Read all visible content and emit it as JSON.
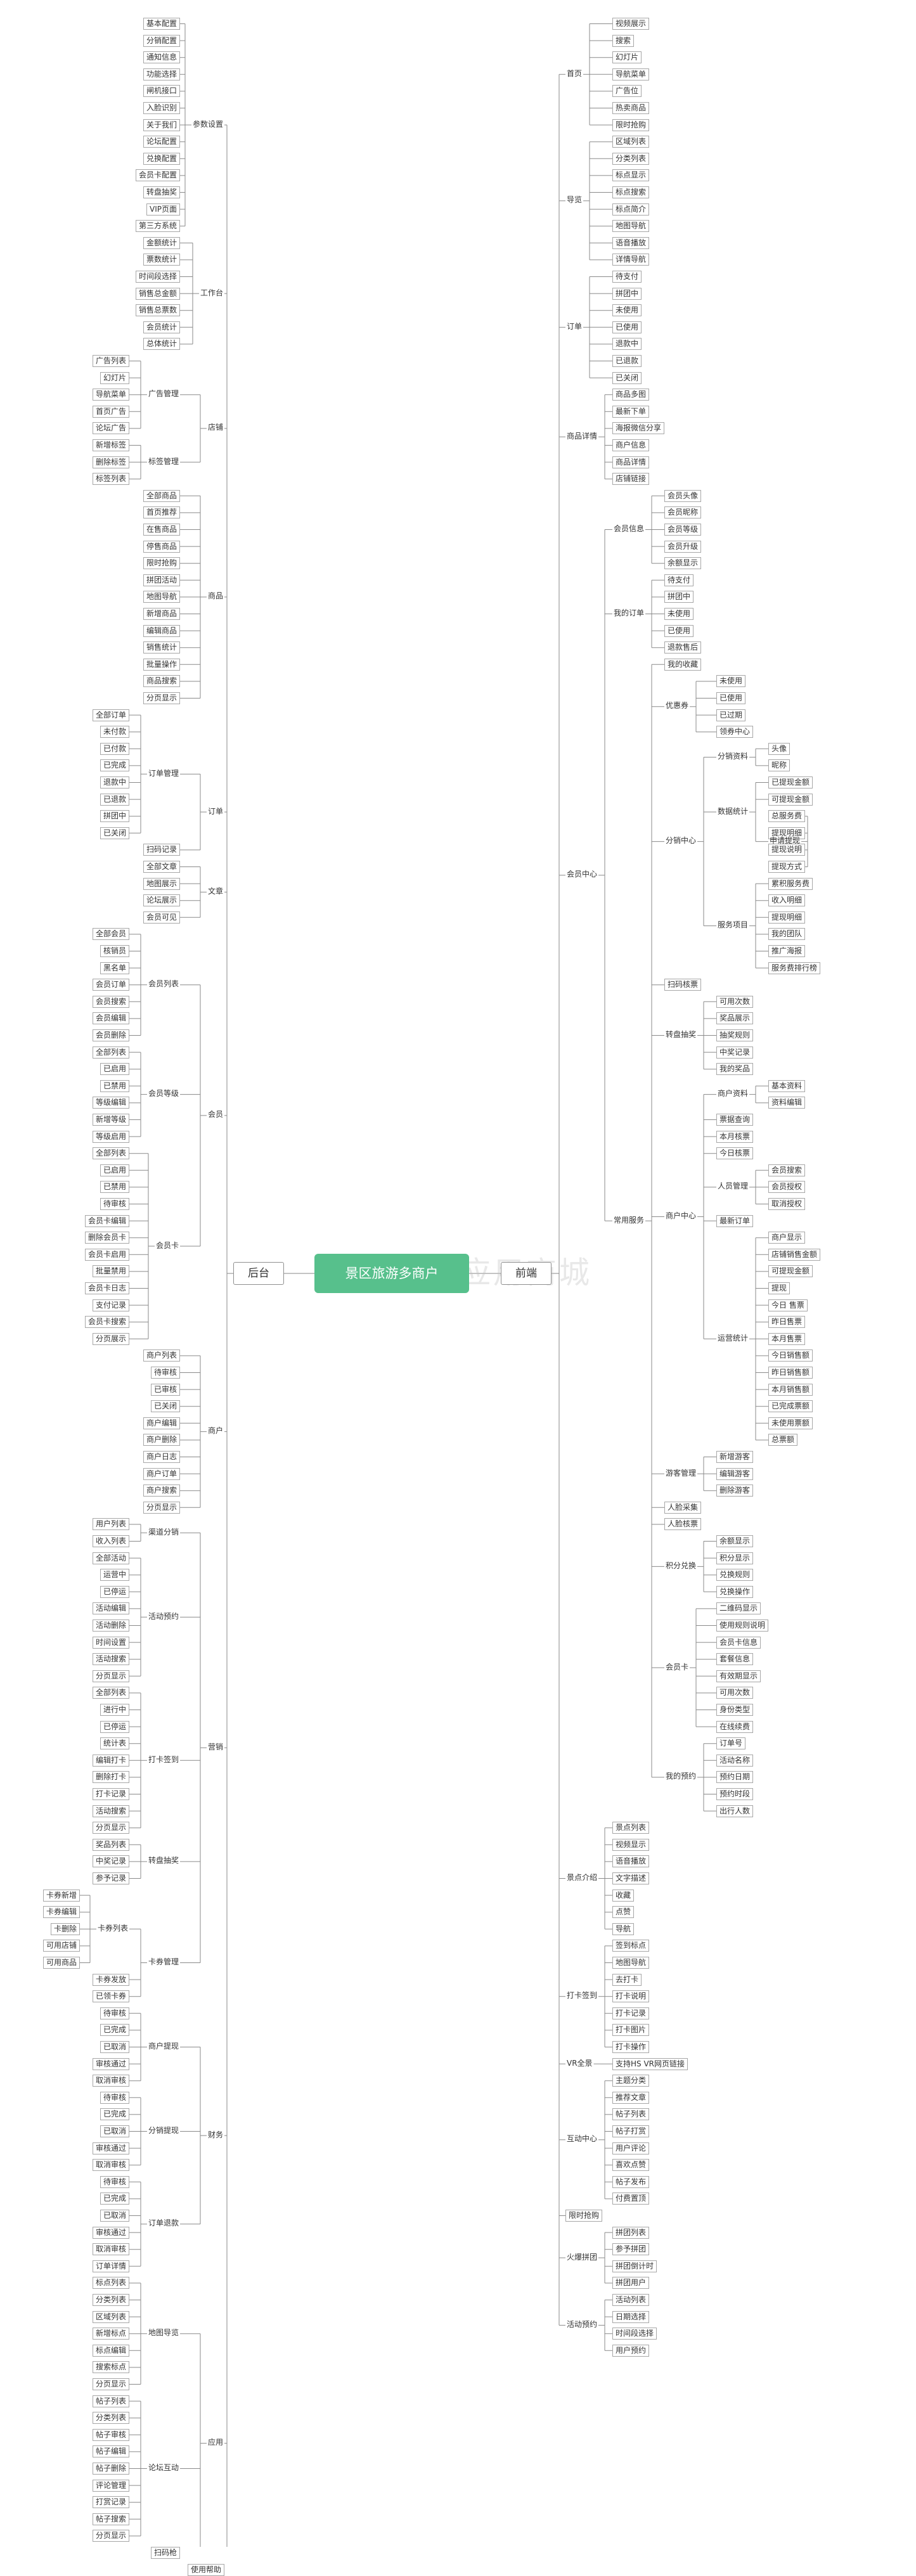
{
  "root": "景区旅游多商户",
  "watermark": "小程序应用商城",
  "left": {
    "label": "后台",
    "children": [
      {
        "label": "参数设置",
        "children": [
          "基本配置",
          "分销配置",
          "通知信息",
          "功能选择",
          "闸机接口",
          "入脸识别",
          "关于我们",
          "论坛配置",
          "兑换配置",
          "会员卡配置",
          "转盘抽奖",
          "VIP页面",
          "第三方系统"
        ]
      },
      {
        "label": "工作台",
        "children": [
          "金额统计",
          "票数统计",
          "时间段选择",
          "销售总金额",
          "销售总票数",
          "会员统计",
          "总体统计"
        ]
      },
      {
        "label": "店铺",
        "children": [
          {
            "label": "广告管理",
            "children": [
              "广告列表",
              "幻灯片",
              "导航菜单",
              "首页广告",
              "论坛广告"
            ]
          },
          {
            "label": "标签管理",
            "children": [
              "新增标签",
              "删除标签",
              "标签列表"
            ]
          }
        ]
      },
      {
        "label": "商品",
        "children": [
          "全部商品",
          "首页推荐",
          "在售商品",
          "停售商品",
          "限时抢购",
          "拼团活动",
          "地图导航",
          "新增商品",
          "编辑商品",
          "销售统计",
          "批量操作",
          "商品搜索",
          "分页显示"
        ]
      },
      {
        "label": "订单",
        "children": [
          {
            "label": "订单管理",
            "children": [
              "全部订单",
              "未付款",
              "已付款",
              "已完成",
              "退款中",
              "已退款",
              "拼团中",
              "已关闭"
            ]
          },
          "扫码记录"
        ]
      },
      {
        "label": "文章",
        "children": [
          "全部文章",
          "地图展示",
          "论坛展示",
          "会员可见"
        ]
      },
      {
        "label": "会员",
        "children": [
          {
            "label": "会员列表",
            "children": [
              "全部会员",
              "核销员",
              "黑名单",
              "会员订单",
              "会员搜索",
              "会员编辑",
              "会员删除"
            ]
          },
          {
            "label": "会员等级",
            "children": [
              "全部列表",
              "已启用",
              "已禁用",
              "等级编辑",
              "新增等级",
              "等级启用"
            ]
          },
          {
            "label": "会员卡",
            "children": [
              "全部列表",
              "已启用",
              "已禁用",
              "待审核",
              "会员卡编辑",
              "删除会员卡",
              "会员卡启用",
              "批量禁用",
              "会员卡日志",
              "支付记录",
              "会员卡搜索",
              "分页展示"
            ]
          }
        ]
      },
      {
        "label": "商户",
        "children": [
          "商户列表",
          "待审核",
          "已审核",
          "已关闭",
          "商户编辑",
          "商户删除",
          "商户日志",
          "商户订单",
          "商户搜索",
          "分页显示"
        ]
      },
      {
        "label": "营销",
        "children": [
          {
            "label": "渠道分销",
            "children": [
              "用户列表",
              "收入列表"
            ]
          },
          {
            "label": "活动预约",
            "children": [
              "全部活动",
              "运营中",
              "已停运",
              "活动编辑",
              "活动删除",
              "时间设置",
              "活动搜索",
              "分页显示"
            ]
          },
          {
            "label": "打卡签到",
            "children": [
              "全部列表",
              "进行中",
              "已停运",
              "统计表",
              "编辑打卡",
              "删除打卡",
              "打卡记录",
              "活动搜索",
              "分页显示"
            ]
          },
          {
            "label": "转盘抽奖",
            "children": [
              "奖品列表",
              "中奖记录",
              "参予记录"
            ]
          },
          {
            "label": "卡券管理",
            "children": [
              {
                "label": "卡券列表",
                "children": [
                  "卡券新增",
                  "卡券编辑",
                  "卡删除",
                  "可用店铺",
                  "可用商品"
                ]
              },
              "卡券发放",
              "已领卡券"
            ]
          }
        ]
      },
      {
        "label": "财务",
        "children": [
          {
            "label": "商户提现",
            "children": [
              "待审核",
              "已完成",
              "已取消",
              "审核通过",
              "取消审核"
            ]
          },
          {
            "label": "分销提现",
            "children": [
              "待审核",
              "已完成",
              "已取消",
              "审核通过",
              "取消审核"
            ]
          },
          {
            "label": "订单退款",
            "children": [
              "待审核",
              "已完成",
              "已取消",
              "审核通过",
              "取消审核",
              "订单详情"
            ]
          }
        ]
      },
      {
        "label": "应用",
        "children": [
          {
            "label": "地图导览",
            "children": [
              "标点列表",
              "分类列表",
              "区域列表",
              "新增标点",
              "标点编辑",
              "搜索标点",
              "分页显示"
            ]
          },
          {
            "label": "论坛互动",
            "children": [
              "帖子列表",
              "分类列表",
              "帖子审核",
              "帖子编辑",
              "帖子删除",
              "评论管理",
              "打赏记录",
              "帖子搜索",
              "分页显示"
            ]
          },
          "扫码枪"
        ]
      },
      "使用帮助"
    ]
  },
  "right": {
    "label": "前端",
    "children": [
      {
        "label": "首页",
        "children": [
          "视频展示",
          "搜索",
          "幻灯片",
          "导航菜单",
          "广告位",
          "热卖商品",
          "限时抢购"
        ]
      },
      {
        "label": "导览",
        "children": [
          "区域列表",
          "分类列表",
          "标点显示",
          "标点搜索",
          "标点简介",
          "地图导航",
          "语音播放",
          "详情导航"
        ]
      },
      {
        "label": "订单",
        "children": [
          "待支付",
          "拼团中",
          "未使用",
          "已使用",
          "退款中",
          "已退款",
          "已关闭"
        ]
      },
      {
        "label": "商品详情",
        "children": [
          "商品多图",
          "最新下单",
          "海报微信分享",
          "商户信息",
          "商品详情",
          "店铺链接"
        ]
      },
      {
        "label": "会员中心",
        "children": [
          {
            "label": "会员信息",
            "children": [
              "会员头像",
              "会员昵称",
              "会员等级",
              "会员升级",
              "余额显示"
            ]
          },
          {
            "label": "我的订单",
            "children": [
              "待支付",
              "拼团中",
              "未使用",
              "已使用",
              "退款售后"
            ]
          },
          {
            "label": "常用服务",
            "children": [
              "我的收藏",
              {
                "label": "优惠券",
                "children": [
                  "未使用",
                  "已使用",
                  "已过期",
                  "领券中心"
                ]
              },
              {
                "label": "分销中心",
                "children": [
                  {
                    "label": "分销资料",
                    "children": [
                      "头像",
                      "昵称"
                    ]
                  },
                  {
                    "label": "数据统计",
                    "children": [
                      "已提现金额",
                      "可提现金额",
                      {
                        "label": "申请提现",
                        "children": [
                          "总服务费",
                          "提现明细",
                          "提现说明",
                          "提现方式"
                        ]
                      }
                    ]
                  },
                  {
                    "label": "服务项目",
                    "children": [
                      "累积服务费",
                      "收入明细",
                      "提现明细",
                      "我的团队",
                      "推广海报",
                      "服务费排行榜"
                    ]
                  }
                ]
              },
              "扫码核票",
              {
                "label": "转盘抽奖",
                "children": [
                  "可用次数",
                  "奖品展示",
                  "抽奖规则",
                  "中奖记录",
                  "我的奖品"
                ]
              },
              {
                "label": "商户中心",
                "children": [
                  {
                    "label": "商户资料",
                    "children": [
                      "基本资料",
                      "资料编辑"
                    ]
                  },
                  "票据查询",
                  "本月核票",
                  "今日核票",
                  {
                    "label": "人员管理",
                    "children": [
                      "会员搜索",
                      "会员授权",
                      "取消授权"
                    ]
                  },
                  "最新订单",
                  {
                    "label": "运营统计",
                    "children": [
                      "商户显示",
                      "店铺销售金额",
                      "可提现金额",
                      "提现",
                      "今日 售票",
                      "昨日售票",
                      "本月售票",
                      "今日销售额",
                      "昨日销售额",
                      "本月销售额",
                      "已完成票额",
                      "未使用票额",
                      "总票额"
                    ]
                  }
                ]
              },
              {
                "label": "游客管理",
                "children": [
                  "新增游客",
                  "编辑游客",
                  "删除游客"
                ]
              },
              "人脸采集",
              "人脸核票",
              {
                "label": "积分兑换",
                "children": [
                  "余额显示",
                  "积分显示",
                  "兑换规则",
                  "兑换操作"
                ]
              },
              {
                "label": "会员卡",
                "children": [
                  "二维码显示",
                  "使用规则说明",
                  "会员卡信息",
                  "套餐信息",
                  "有效期显示",
                  "可用次数",
                  "身份类型",
                  "在线续费"
                ]
              },
              {
                "label": "我的预约",
                "children": [
                  "订单号",
                  "活动名称",
                  "预约日期",
                  "预约时段",
                  "出行人数"
                ]
              }
            ]
          }
        ]
      },
      {
        "label": "景点介绍",
        "children": [
          "景点列表",
          "视频显示",
          "语音播放",
          "文字描述",
          "收藏",
          "点赞",
          "导航"
        ]
      },
      {
        "label": "打卡签到",
        "children": [
          "签到标点",
          "地图导航",
          "去打卡",
          "打卡说明",
          "打卡记录",
          "打卡图片",
          "打卡操作"
        ]
      },
      {
        "label": "VR全景",
        "children": [
          "支持HS VR网页链接"
        ]
      },
      {
        "label": "互动中心",
        "children": [
          "主题分类",
          "推荐文章",
          "帖子列表",
          "帖子打赏",
          "用户评论",
          "喜欢点赞",
          "帖子发布",
          "付费置顶"
        ]
      },
      "限时抢购",
      {
        "label": "火爆拼团",
        "children": [
          "拼团列表",
          "参予拼团",
          "拼团倒计时",
          "拼团用户"
        ]
      },
      {
        "label": "活动预约",
        "children": [
          "活动列表",
          "日期选择",
          "时间段选择",
          "用户预约"
        ]
      }
    ]
  }
}
